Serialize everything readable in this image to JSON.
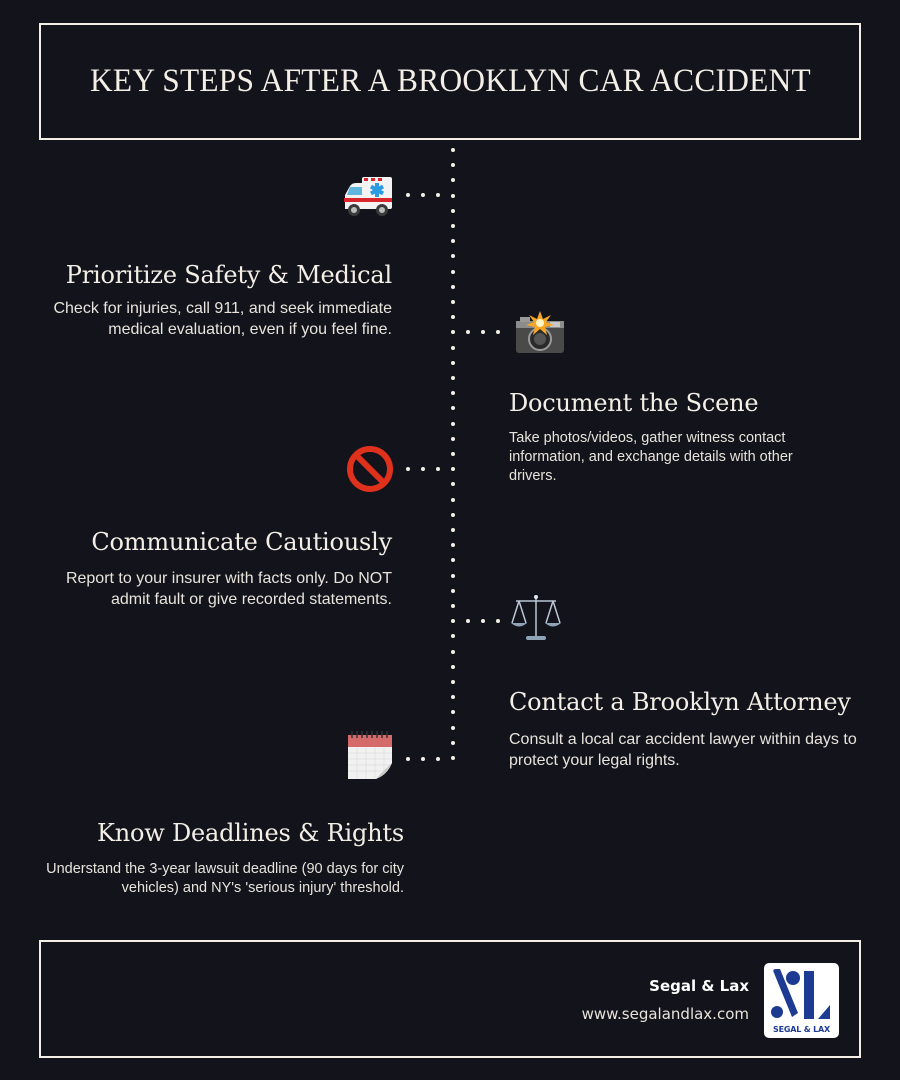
{
  "header": {
    "title": "KEY STEPS AFTER A BROOKLYN CAR ACCIDENT"
  },
  "colors": {
    "background": "#12131b",
    "text": "#f4efe6",
    "border": "#f4efe6",
    "logo_blue": "#1d3b93"
  },
  "steps": [
    {
      "icon": "ambulance-icon",
      "icon_glyph": "🚑",
      "side": "left",
      "title": "Prioritize Safety & Medical",
      "description": "Check for injuries, call 911, and seek immediate medical evaluation, even if you feel fine."
    },
    {
      "icon": "camera-flash-icon",
      "icon_glyph": "📸",
      "side": "right",
      "title": "Document the Scene",
      "description": "Take photos/videos, gather witness contact information, and exchange details with other drivers."
    },
    {
      "icon": "prohibited-icon",
      "icon_glyph": "🚫",
      "side": "left",
      "title": "Communicate Cautiously",
      "description": "Report to your insurer with facts only. Do NOT admit fault or give recorded statements."
    },
    {
      "icon": "scales-of-justice-icon",
      "icon_glyph": "⚖",
      "side": "right",
      "title": "Contact a Brooklyn Attorney",
      "description": "Consult a local car accident lawyer within days to protect your legal rights."
    },
    {
      "icon": "calendar-icon",
      "icon_glyph": "🗓",
      "side": "left",
      "title": "Know Deadlines & Rights",
      "description": "Understand the 3-year lawsuit deadline (90 days for city vehicles) and NY's 'serious injury' threshold."
    }
  ],
  "footer": {
    "company_name": "Segal & Lax",
    "website": "www.segalandlax.com",
    "logo_caption": "SEGAL & LAX",
    "logo_monogram": "SL"
  }
}
